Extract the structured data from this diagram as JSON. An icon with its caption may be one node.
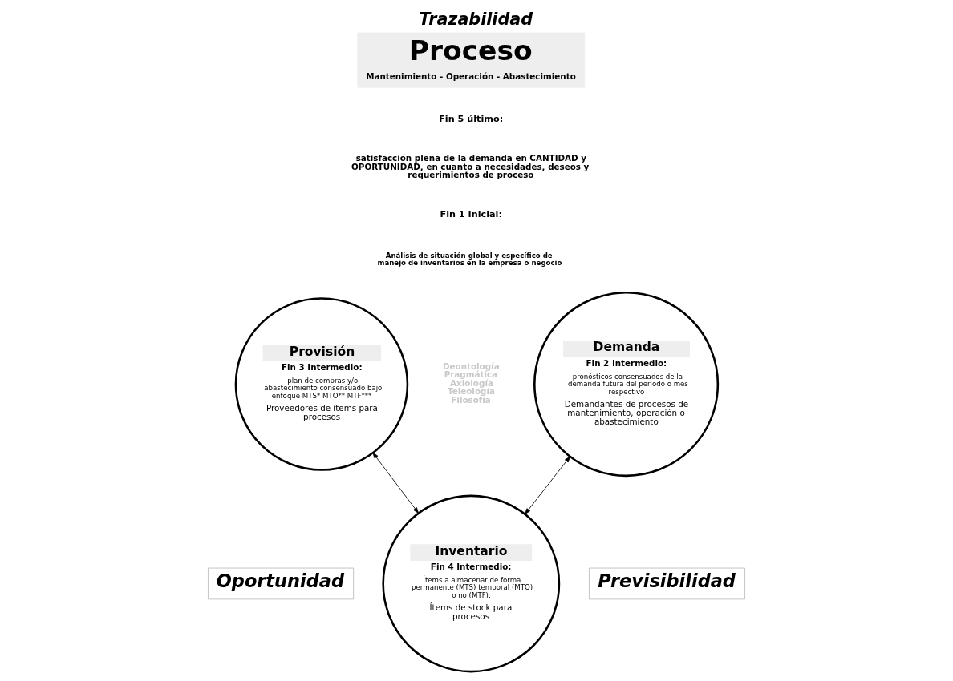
{
  "diagram": {
    "title": "Trazabilidad",
    "nodes": [
      {
        "text": [
          "Proceso",
          "Mantenimiento - Operación - Abastecimiento"
        ]
      },
      {
        "text": [
          "Provisión",
          "Fin 3 Intermedio:",
          "plan de compras y/o abastecimiento consensuado bajo enfoque MTS* MTO** MTF***",
          "Proveedores de ítems para procesos"
        ]
      },
      {
        "text": [
          "Demanda",
          "Fin 2 Intermedio:",
          "pronósticos consensuados de la demanda futura del período o mes respectivo",
          "Demandantes de procesos de mantenimiento, operación o abastecimiento"
        ]
      },
      {
        "text": [
          "Inventario",
          "Fin 4 Intermedio:",
          "Ítems a almacenar de forma permanente (MTS) temporal (MTO) o no (MTF).",
          "Ítems de stock para procesos"
        ]
      },
      {
        "text": [
          "Oportunidad"
        ]
      },
      {
        "text": [
          "Previsibilidad"
        ]
      }
    ],
    "edges": [
      {
        "from": 1,
        "to": 3,
        "arrow": "both"
      },
      {
        "from": 3,
        "to": 2,
        "arrow": "both"
      }
    ],
    "labels": [
      "Fin 5 último:",
      "satisfacción plena de la demanda en CANTIDAD y OPORTUNIDAD, en cuanto a necesidades, deseos y requerimientos de proceso",
      "Fin 1 Inicial:",
      "Análisis de situación global y específico de manejo de inventarios en la empresa o negocio",
      "Deontología",
      "Pragmática",
      "Axiología",
      "Teleología",
      "Filosofía"
    ]
  }
}
